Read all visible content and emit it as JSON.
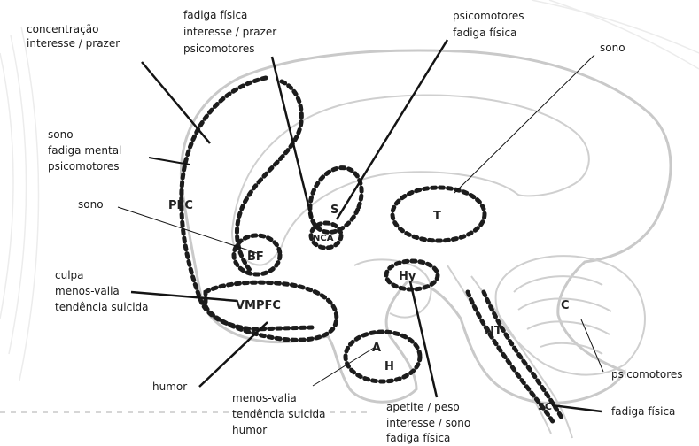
{
  "regions": {
    "pfc": "PFC",
    "s": "S",
    "nca": "NCA",
    "t": "T",
    "bf": "BF",
    "hy": "Hy",
    "vmpfc": "VMPFC",
    "a": "A",
    "h": "H",
    "nt": "NT",
    "c": "C",
    "sc": "SC"
  },
  "labels": {
    "top_left": [
      "concentração",
      "interesse / prazer"
    ],
    "top_middle": [
      "fadiga física",
      "interesse / prazer",
      "psicomotores"
    ],
    "top_right": [
      "psicomotores",
      "fadiga física"
    ],
    "far_right_top": [
      "sono"
    ],
    "left_upper": [
      "sono",
      "fadiga mental",
      "psicomotores"
    ],
    "left_middle": [
      "sono"
    ],
    "left_lower": [
      "culpa",
      "menos-valia",
      "tendência suicida"
    ],
    "bottom_left": [
      "humor"
    ],
    "bottom_center_left": [
      "menos-valia",
      "tendência suicida",
      "humor"
    ],
    "bottom_center": [
      "apetite / peso",
      "interesse / sono",
      "fadiga física"
    ],
    "right_middle": [
      "psicomotores"
    ],
    "right_bottom": [
      "fadiga física"
    ]
  }
}
